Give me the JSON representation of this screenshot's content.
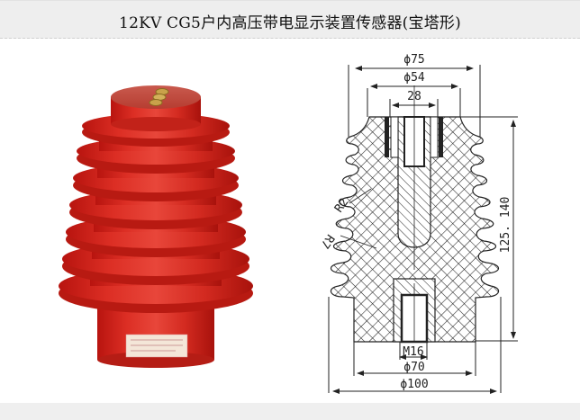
{
  "header": {
    "title": "12KV CG5户内高压带电显示装置传感器(宝塔形)"
  },
  "product_photo": {
    "description": "red pagoda-shaped insulator sensor",
    "color": "#d3251c",
    "shed_count": 7
  },
  "drawing": {
    "dimensions": {
      "top_outer_diameter": "ϕ75",
      "top_inner_diameter": "ϕ54",
      "insert_spacing": "28",
      "height": "125. 140",
      "radius_1": "R2",
      "radius_2": "R7",
      "thread": "M16",
      "base_inner_diameter": "ϕ70",
      "base_outer_diameter": "ϕ100"
    }
  },
  "colors": {
    "title_bg": "#eeeeee",
    "footer_bg": "#efefef",
    "product_red": "#d3251c",
    "line": "#222222"
  }
}
